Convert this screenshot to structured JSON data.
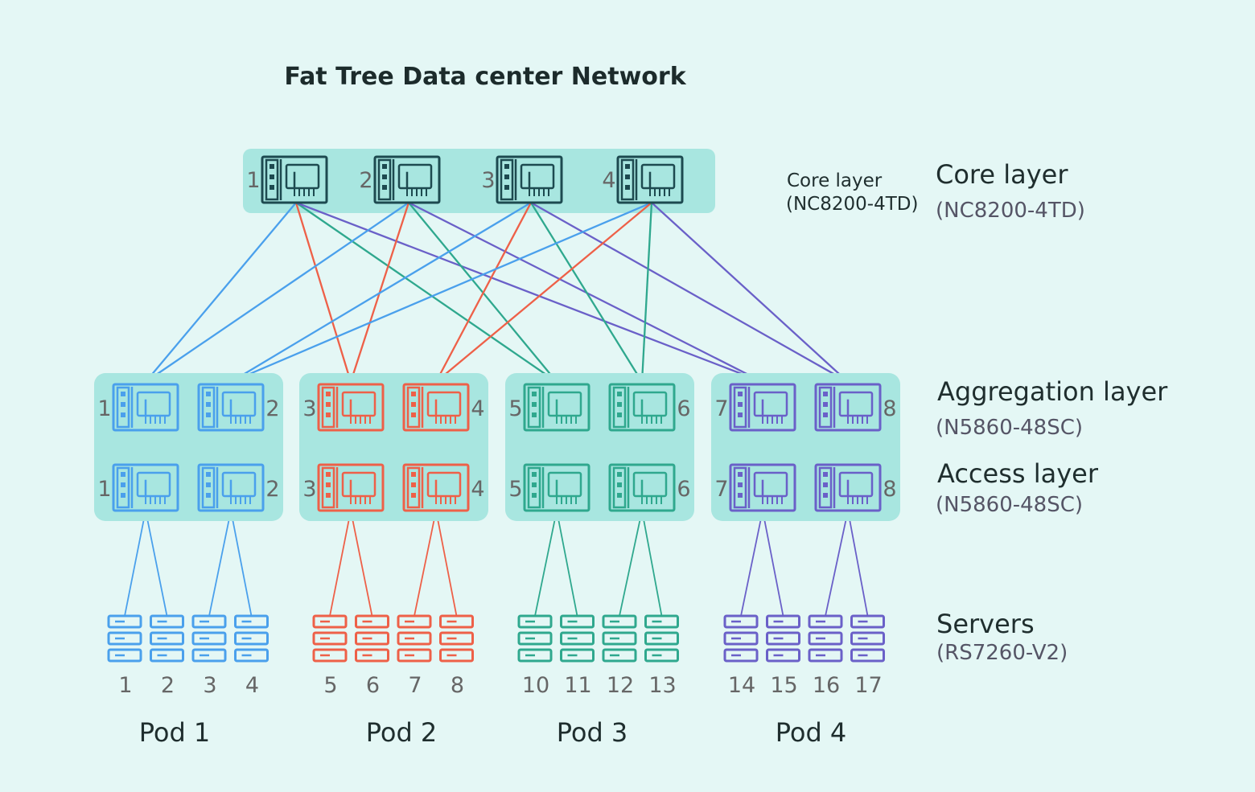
{
  "title": "Fat Tree Data center Network",
  "core_small": {
    "name": "Core layer",
    "model": "(NC8200-4TD)"
  },
  "layers": {
    "core": {
      "name": "Core layer",
      "model": "(NC8200-4TD)"
    },
    "aggregation": {
      "name": "Aggregation layer",
      "model": "(N5860-48SC)"
    },
    "access": {
      "name": "Access layer",
      "model": "(N5860-48SC)"
    },
    "servers": {
      "name": "Servers",
      "model": "(RS7260-V2)"
    }
  },
  "colors": {
    "background": "#e4f7f5",
    "panel": "#a8e6e0",
    "core_icon": "#1d4a50",
    "pod1": "#4aa0ec",
    "pod2": "#ee6048",
    "pod3": "#2fa88e",
    "pod4": "#6a60c8"
  },
  "core_switches": [
    "1",
    "2",
    "3",
    "4"
  ],
  "pods": [
    {
      "name": "Pod 1",
      "color": "pod1",
      "switches": [
        "1",
        "2"
      ],
      "servers": [
        "1",
        "2",
        "3",
        "4"
      ]
    },
    {
      "name": "Pod 2",
      "color": "pod2",
      "switches": [
        "3",
        "4"
      ],
      "servers": [
        "5",
        "6",
        "7",
        "8"
      ]
    },
    {
      "name": "Pod 3",
      "color": "pod3",
      "switches": [
        "5",
        "6"
      ],
      "servers": [
        "10",
        "11",
        "12",
        "13"
      ]
    },
    {
      "name": "Pod 4",
      "color": "pod4",
      "switches": [
        "7",
        "8"
      ],
      "servers": [
        "14",
        "15",
        "16",
        "17"
      ]
    }
  ],
  "core_links": [
    {
      "core": 1,
      "pod": 1,
      "switch": 1,
      "color": "pod1"
    },
    {
      "core": 1,
      "pod": 2,
      "switch": 1,
      "color": "pod2"
    },
    {
      "core": 1,
      "pod": 3,
      "switch": 1,
      "color": "pod3"
    },
    {
      "core": 1,
      "pod": 4,
      "switch": 1,
      "color": "pod4"
    },
    {
      "core": 2,
      "pod": 1,
      "switch": 1,
      "color": "pod1"
    },
    {
      "core": 2,
      "pod": 2,
      "switch": 1,
      "color": "pod2"
    },
    {
      "core": 2,
      "pod": 3,
      "switch": 1,
      "color": "pod3"
    },
    {
      "core": 2,
      "pod": 4,
      "switch": 1,
      "color": "pod4"
    },
    {
      "core": 3,
      "pod": 1,
      "switch": 2,
      "color": "pod1"
    },
    {
      "core": 3,
      "pod": 2,
      "switch": 2,
      "color": "pod2"
    },
    {
      "core": 3,
      "pod": 3,
      "switch": 2,
      "color": "pod3"
    },
    {
      "core": 3,
      "pod": 4,
      "switch": 2,
      "color": "pod4"
    },
    {
      "core": 4,
      "pod": 1,
      "switch": 2,
      "color": "pod1"
    },
    {
      "core": 4,
      "pod": 2,
      "switch": 2,
      "color": "pod2"
    },
    {
      "core": 4,
      "pod": 3,
      "switch": 2,
      "color": "pod3"
    },
    {
      "core": 4,
      "pod": 4,
      "switch": 2,
      "color": "pod4"
    }
  ]
}
